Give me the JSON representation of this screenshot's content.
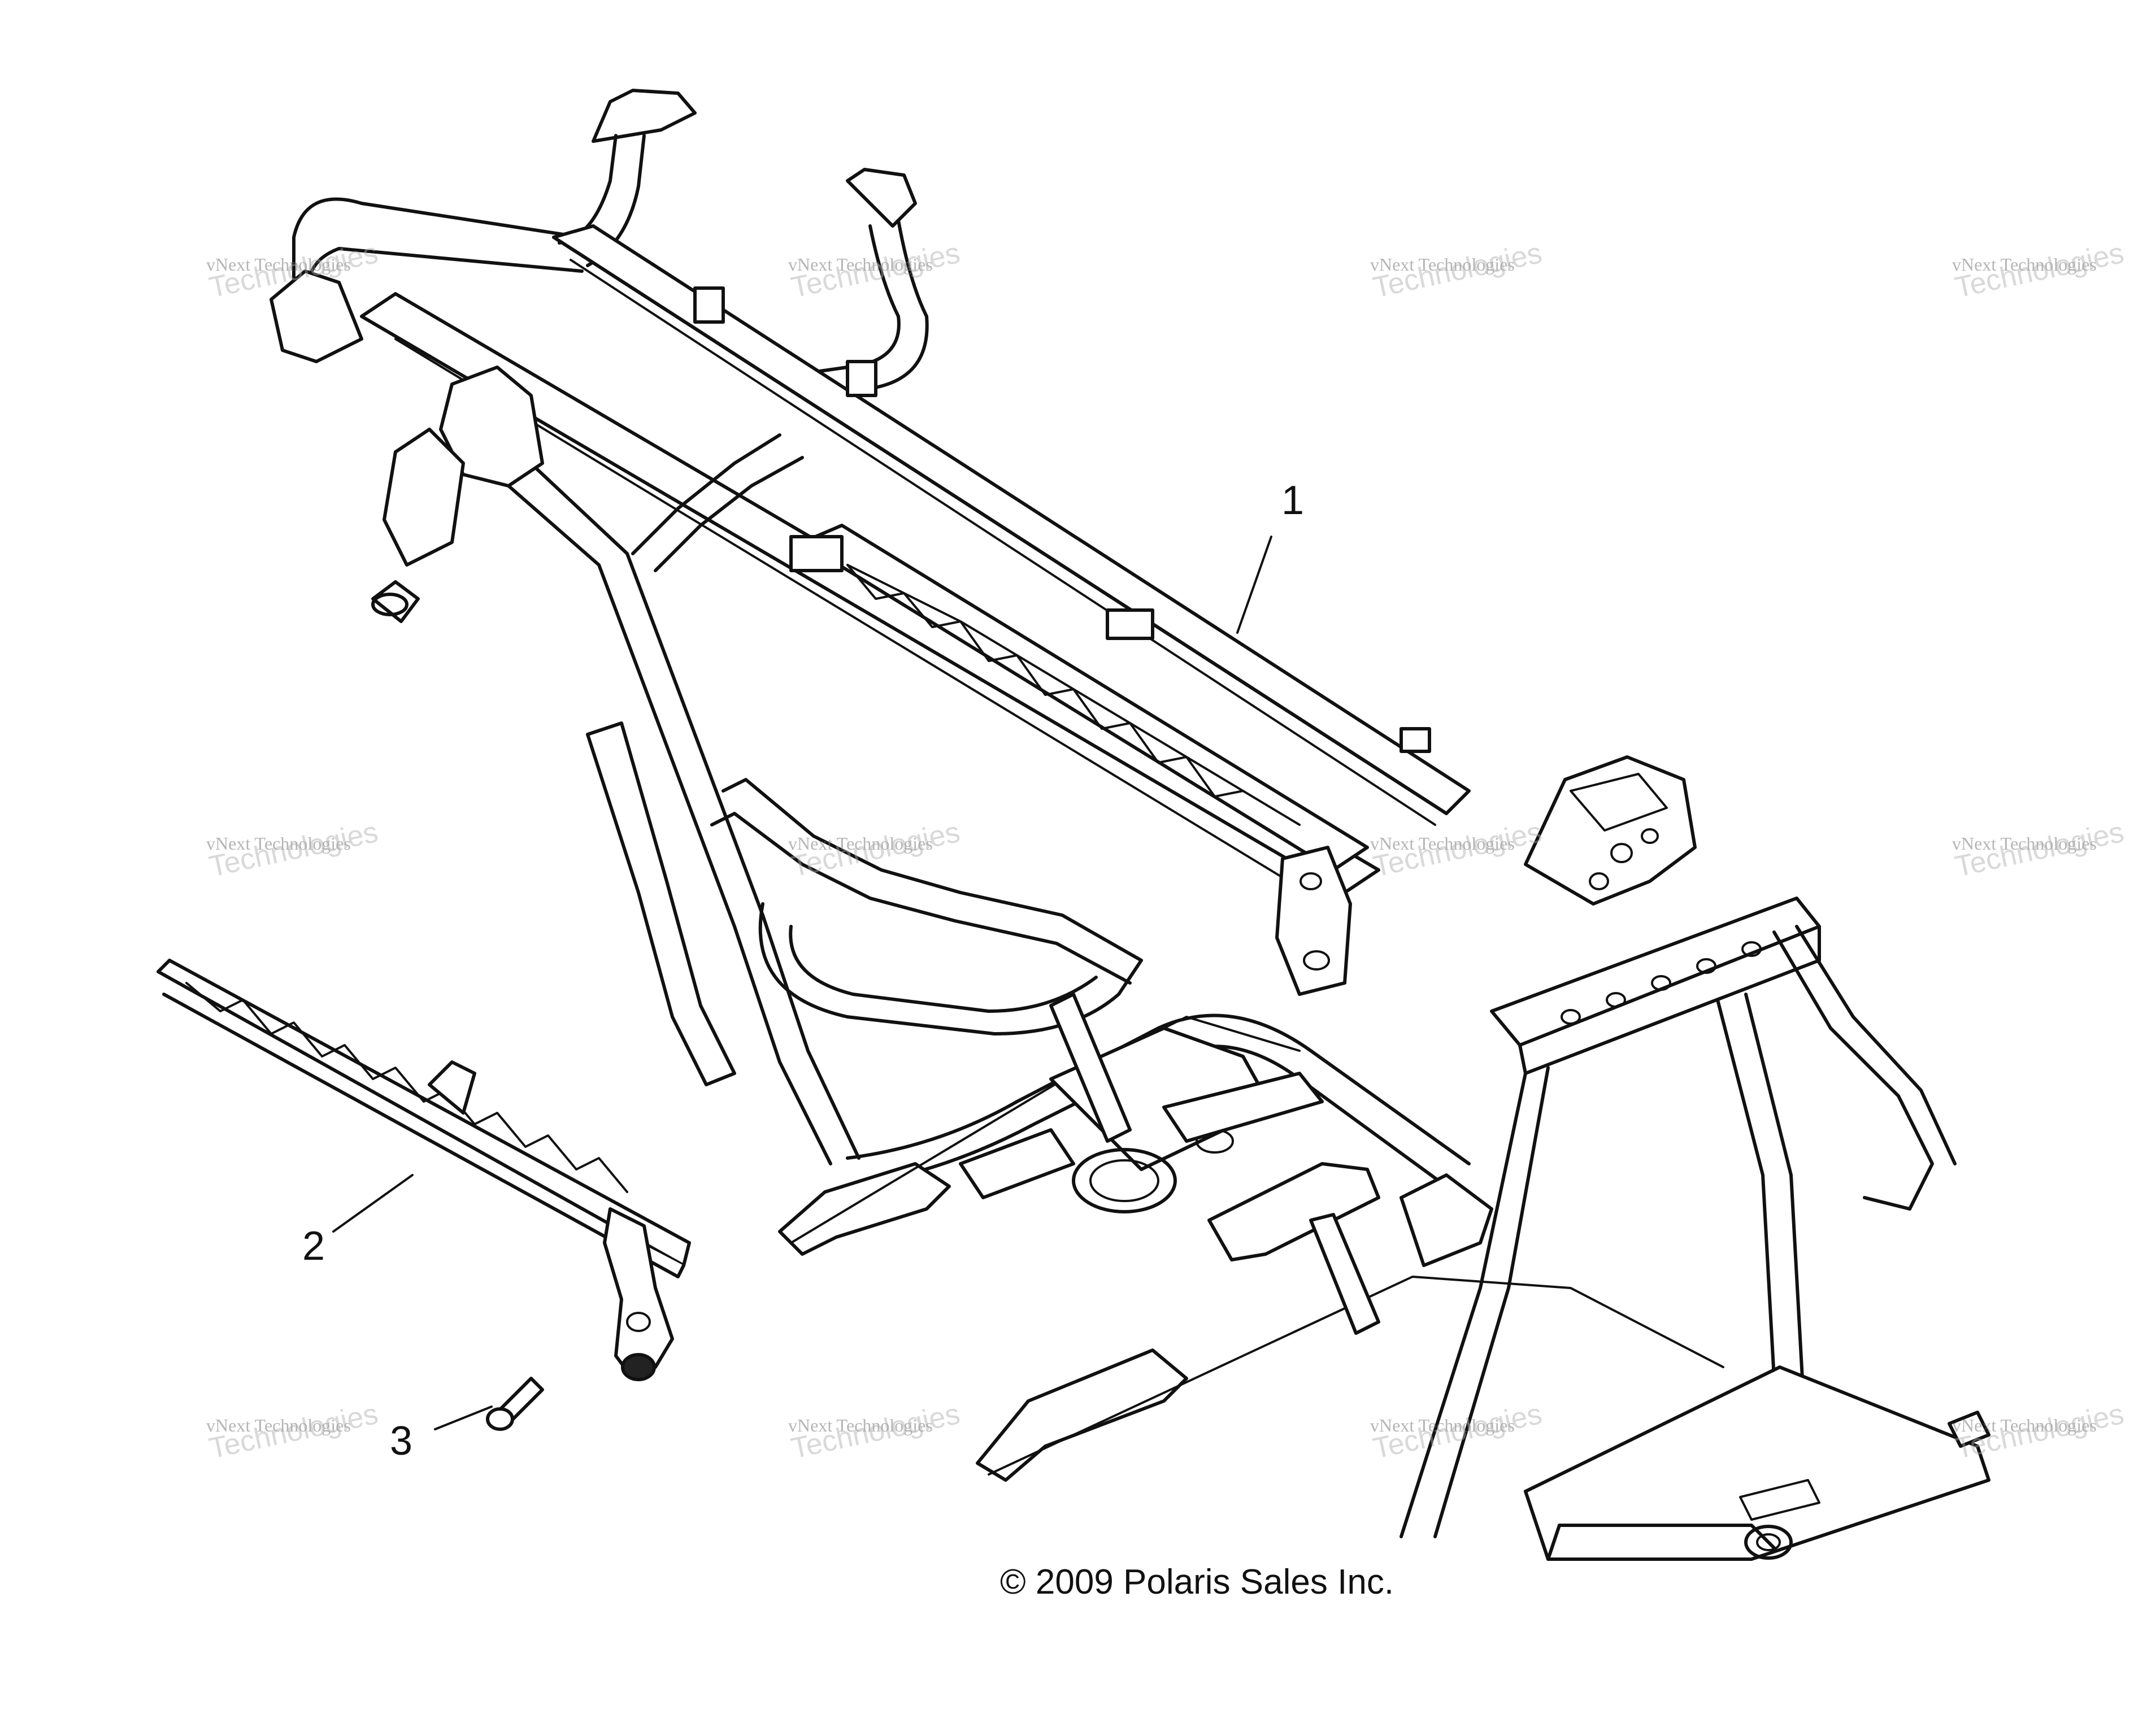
{
  "callouts": {
    "frame": "1",
    "crossmember": "2",
    "bolt": "3"
  },
  "watermark": {
    "line1": "vNext Technologies",
    "line2": "Technologies"
  },
  "copyright": "© 2009 Polaris Sales Inc."
}
